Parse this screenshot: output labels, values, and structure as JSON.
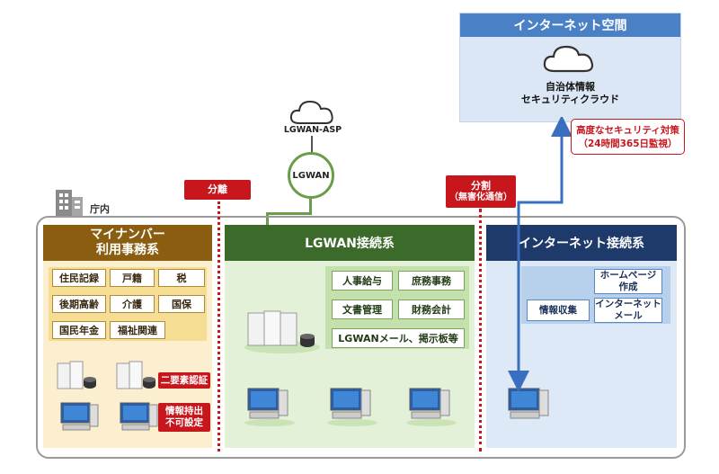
{
  "internet_space": {
    "title": "インターネット空間",
    "cloud_line1": "自治体情報",
    "cloud_line2": "セキュリティクラウド"
  },
  "security_note": {
    "line1": "高度なセキュリティ対策",
    "line2": "（24時間365日監視）"
  },
  "lgwan_asp": "LGWAN-ASP",
  "lgwan_node": "LGWAN",
  "separator_left": "分離",
  "separator_right_line1": "分割",
  "separator_right_line2": "（無害化通信）",
  "office_label": "庁内",
  "mynumber": {
    "title_line1": "マイナンバー",
    "title_line2": "利用事務系",
    "items": [
      "住民記録",
      "戸籍",
      "税",
      "後期高齢",
      "介護",
      "国保",
      "国民年金",
      "福祉関連"
    ],
    "tag_auth": "二要素認証",
    "tag_carry_line1": "情報持出",
    "tag_carry_line2": "不可設定"
  },
  "lgwan_sys": {
    "title": "LGWAN接続系",
    "items": [
      "人事給与",
      "庶務事務",
      "文書管理",
      "財務会計",
      "LGWANメール、掲示板等"
    ]
  },
  "internet_sys": {
    "title": "インターネット接続系",
    "item_collect": "情報収集",
    "item_homepage_line1": "ホームページ",
    "item_homepage_line2": "作成",
    "item_mail_line1": "インターネット",
    "item_mail_line2": "メール"
  },
  "colors": {
    "mynumber_header": "#8a5d10",
    "lgwan_header": "#3b6a2a",
    "internet_header": "#1e3a6b",
    "red": "#c8161d",
    "blue_arrow": "#3a6fbf"
  }
}
